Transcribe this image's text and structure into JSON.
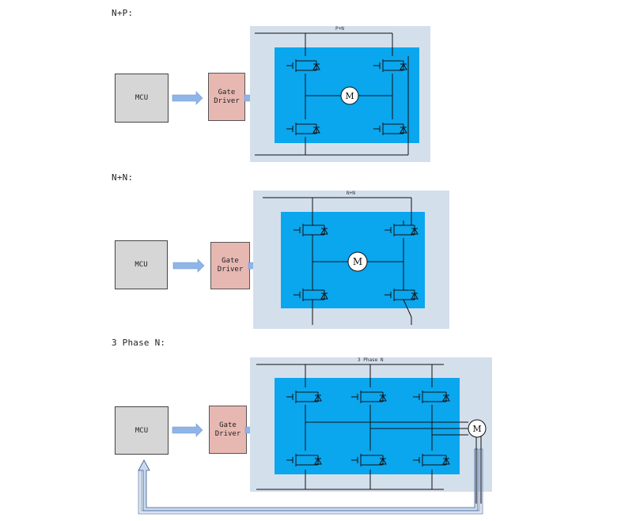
{
  "sections": [
    {
      "label": "N+P:",
      "bus_label": "P+N",
      "mcu_label": "MCU",
      "gate_label": "Gate\nDriver",
      "motor_label": "M"
    },
    {
      "label": "N+N:",
      "bus_label": "N+N",
      "mcu_label": "MCU",
      "gate_label": "Gate\nDriver",
      "motor_label": "M"
    },
    {
      "label": "3 Phase N:",
      "bus_label": "3 Phase N",
      "mcu_label": "MCU",
      "gate_label": "Gate\nDriver",
      "motor_label": "M"
    }
  ],
  "colors": {
    "panel": "#d4dfec",
    "bridge": "#0aa6ee",
    "mcu": "#d6d6d6",
    "gate_driver": "#e7b8b2",
    "arrow": "#8fb5e8"
  }
}
